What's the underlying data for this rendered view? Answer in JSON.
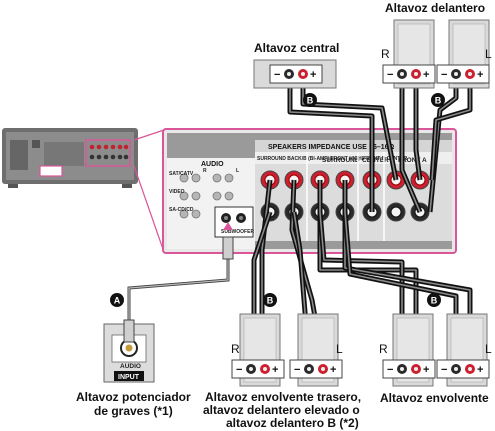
{
  "labels": {
    "center": "Altavoz central",
    "front": "Altavoz delantero",
    "surround": "Altavoz envolvente",
    "subwoofer": [
      "Altavoz potenciador",
      "de graves (*1)"
    ],
    "back": [
      "Altavoz envolvente trasero,",
      "altavoz delantero elevado o",
      "altavoz delantero B (*2)"
    ],
    "R": "R",
    "L": "L",
    "minus": "−",
    "plus": "+"
  },
  "panel": {
    "audio": "AUDIO",
    "speakers": "SPEAKERS   IMPEDANCE USE : 6–16Ω",
    "surround_back": "SURROUND BACK/B (BI-AMP)/FRONT HIGH/FRONT B CENTER",
    "surround": "SURROUND",
    "center": "CENTER",
    "front": "FRONT A",
    "subwoofer_out": "SUBWOOFER OUT",
    "R": "R",
    "L": "L",
    "sat": "SAT/CATV",
    "video": "VIDEO",
    "sa_cd": "SA-CD/CD"
  },
  "subwoofer_box": {
    "line1": "AUDIO",
    "line2": "INPUT"
  },
  "badges": {
    "A": "A",
    "B": "B"
  },
  "colors": {
    "highlight": "#d9569a",
    "wire": "#111111",
    "terminal_red": "#cc1f2f",
    "panel": "#9a9a9a"
  }
}
